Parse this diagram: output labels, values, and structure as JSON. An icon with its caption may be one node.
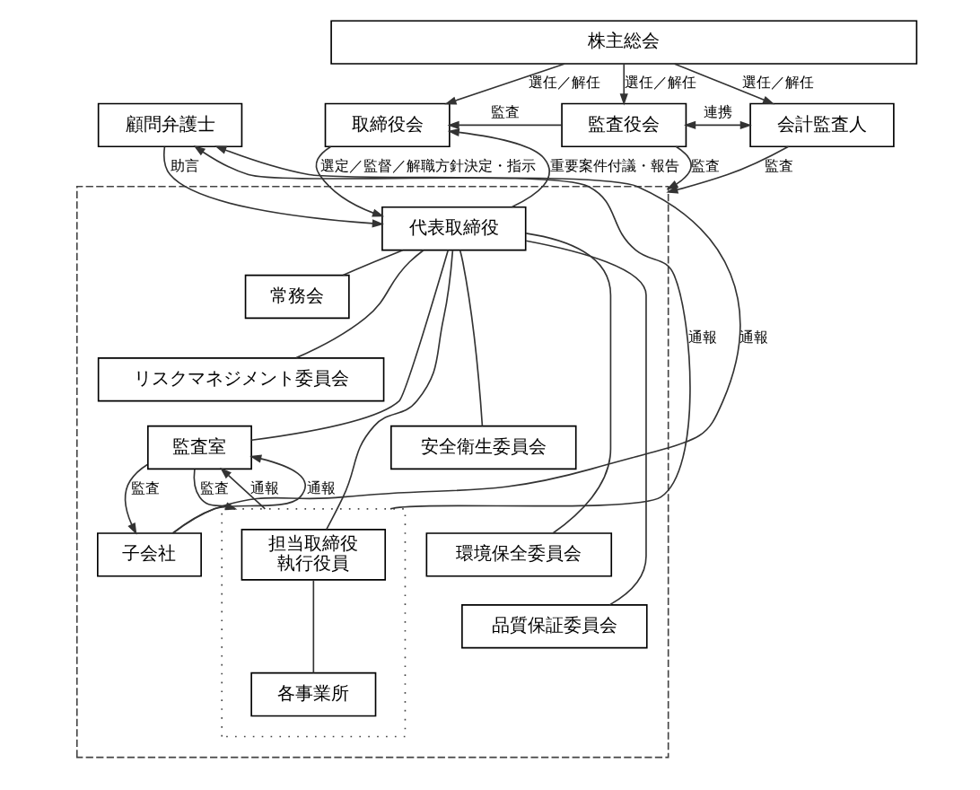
{
  "diagram": {
    "nodes": [
      {
        "text": [
          "株主総会"
        ]
      },
      {
        "text": [
          "顧問弁護士"
        ]
      },
      {
        "text": [
          "取締役会"
        ]
      },
      {
        "text": [
          "監査役会"
        ]
      },
      {
        "text": [
          "会計監査人"
        ]
      },
      {
        "text": [],
        "shape": "box"
      },
      {
        "text": [
          "代表取締役"
        ],
        "in": 5
      },
      {
        "text": [
          "常務会"
        ],
        "in": 5
      },
      {
        "text": [
          "リスクマネジメント委員会"
        ],
        "in": 5
      },
      {
        "text": [
          "監査室"
        ],
        "in": 5
      },
      {
        "text": [],
        "shape": "box",
        "in": 5
      },
      {
        "text": [
          "担当取締役",
          "執行役員"
        ],
        "in": 10
      },
      {
        "text": [
          "安全衛生委員会"
        ],
        "in": 5
      },
      {
        "text": [
          "子会社"
        ],
        "in": 5
      },
      {
        "text": [
          "環境保全委員会"
        ],
        "in": 5
      },
      {
        "text": [
          "各事業所"
        ],
        "in": 10
      },
      {
        "text": [
          "品質保証委員会"
        ],
        "in": 5
      }
    ],
    "edges": [
      {
        "from": 0,
        "to": 2,
        "arrow": "to",
        "label": "選任／解任"
      },
      {
        "from": 0,
        "to": 3,
        "arrow": "to",
        "label": "選任／解任"
      },
      {
        "from": 0,
        "to": 4,
        "arrow": "to",
        "label": "選任／解任"
      },
      {
        "from": 3,
        "to": 2,
        "arrow": "to",
        "label": "監査"
      },
      {
        "from": 3,
        "to": 4,
        "arrow": "both",
        "label": "連携"
      },
      {
        "from": 1,
        "to": 6,
        "arrow": "to",
        "label": "助言"
      },
      {
        "from": 6,
        "to": 2,
        "arrow": "to",
        "label": "重要案件付議・報告"
      },
      {
        "from": 2,
        "to": 6,
        "arrow": "to",
        "label": "選定／監督／解職方針決定・指示"
      },
      {
        "from": 3,
        "to": 5,
        "arrow": "to",
        "label": "監査"
      },
      {
        "from": 4,
        "to": 5,
        "arrow": "to",
        "label": "監査"
      },
      {
        "from": 6,
        "to": 7,
        "arrow": "none"
      },
      {
        "from": 6,
        "to": 9,
        "arrow": "none"
      },
      {
        "from": 6,
        "to": 11,
        "arrow": "none"
      },
      {
        "from": 6,
        "to": 8,
        "arrow": "none"
      },
      {
        "from": 6,
        "to": 12,
        "arrow": "none"
      },
      {
        "from": 6,
        "to": 14,
        "arrow": "none"
      },
      {
        "from": 6,
        "to": 16,
        "arrow": "none"
      },
      {
        "from": 11,
        "to": 15,
        "arrow": "none"
      },
      {
        "from": 9,
        "to": 10,
        "arrow": "to",
        "label": "監査"
      },
      {
        "from": 10,
        "to": 9,
        "arrow": "to",
        "label": "通報"
      },
      {
        "from": 13,
        "to": 9,
        "arrow": "to",
        "label": "通報"
      },
      {
        "from": 9,
        "to": 13,
        "arrow": "to",
        "label": "監査"
      },
      {
        "from": 13,
        "to": 1,
        "arrow": "to",
        "label": "通報"
      },
      {
        "from": 10,
        "to": 1,
        "arrow": "to",
        "label": "通報"
      }
    ]
  }
}
